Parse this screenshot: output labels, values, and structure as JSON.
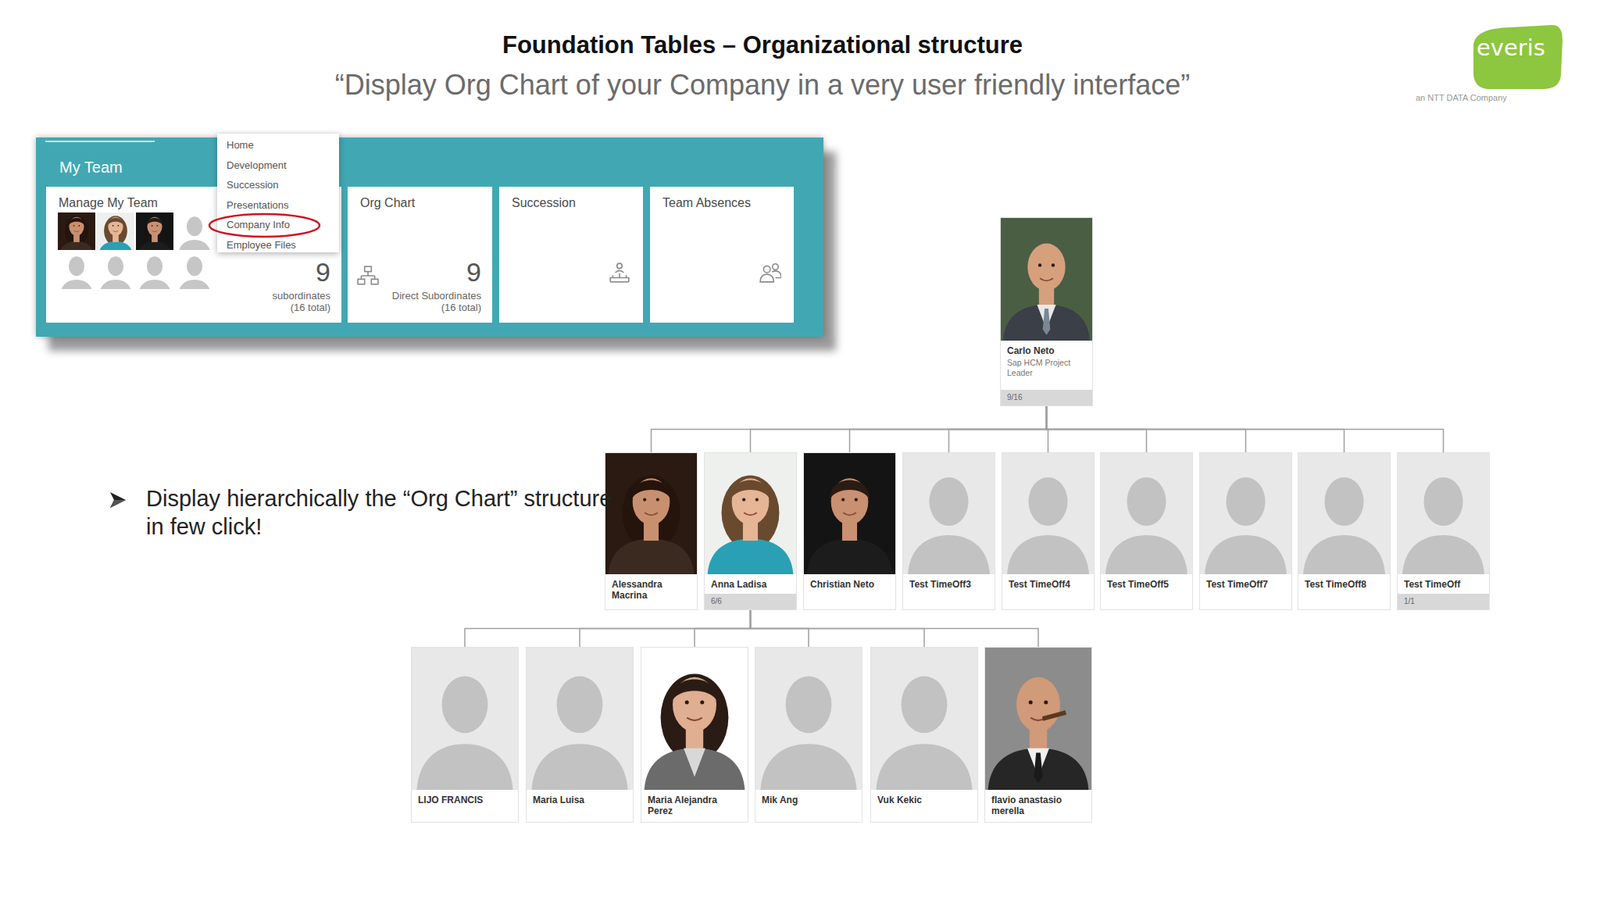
{
  "diagram": {
    "title": "Foundation Tables – Organizational structure",
    "nodes": [
      {
        "text": [
          "My Team"
        ]
      },
      {
        "text": [
          "Manage My Team",
          "9",
          "subordinates (16 total)"
        ],
        "in": 0
      },
      {
        "text": [
          "Org Chart",
          "9",
          "Direct Subordinates (16 total)"
        ],
        "in": 0
      },
      {
        "text": [
          "Succession"
        ],
        "in": 0
      },
      {
        "text": [
          "Team Absences"
        ],
        "in": 0
      },
      {
        "text": [
          "Home",
          "Development",
          "Succession",
          "Presentations",
          "Company Info",
          "Employee Files"
        ],
        "in": 0
      },
      {
        "text": [
          "everis"
        ]
      },
      {
        "text": [
          "Carlo Neto",
          "Sap HCM Project Leader",
          "9/16"
        ]
      },
      {
        "text": [
          "Alessandra Macrina"
        ]
      },
      {
        "text": [
          "Anna Ladisa",
          "6/6"
        ]
      },
      {
        "text": [
          "Christian Neto"
        ]
      },
      {
        "text": [
          "Test TimeOff3"
        ]
      },
      {
        "text": [
          "Test TimeOff4"
        ]
      },
      {
        "text": [
          "Test TimeOff5"
        ]
      },
      {
        "text": [
          "Test TimeOff7"
        ]
      },
      {
        "text": [
          "Test TimeOff8"
        ]
      },
      {
        "text": [
          "Test TimeOff",
          "1/1"
        ]
      },
      {
        "text": [
          "LIJO FRANCIS"
        ]
      },
      {
        "text": [
          "Maria Luisa"
        ]
      },
      {
        "text": [
          "Maria Alejandra Perez"
        ]
      },
      {
        "text": [
          "Mik Ang"
        ]
      },
      {
        "text": [
          "Vuk Kekic"
        ]
      },
      {
        "text": [
          "flavio anastasio merella"
        ]
      }
    ],
    "edges": [
      {
        "from": 7,
        "to": 8,
        "arrow": "none"
      },
      {
        "from": 7,
        "to": 9,
        "arrow": "none"
      },
      {
        "from": 7,
        "to": 10,
        "arrow": "none"
      },
      {
        "from": 7,
        "to": 11,
        "arrow": "none"
      },
      {
        "from": 7,
        "to": 12,
        "arrow": "none"
      },
      {
        "from": 7,
        "to": 13,
        "arrow": "none"
      },
      {
        "from": 7,
        "to": 14,
        "arrow": "none"
      },
      {
        "from": 7,
        "to": 15,
        "arrow": "none"
      },
      {
        "from": 7,
        "to": 16,
        "arrow": "none"
      },
      {
        "from": 9,
        "to": 17,
        "arrow": "none"
      },
      {
        "from": 9,
        "to": 18,
        "arrow": "none"
      },
      {
        "from": 9,
        "to": 19,
        "arrow": "none"
      },
      {
        "from": 9,
        "to": 20,
        "arrow": "none"
      },
      {
        "from": 9,
        "to": 21,
        "arrow": "none"
      },
      {
        "from": 9,
        "to": 22,
        "arrow": "none"
      }
    ],
    "labels": [
      "“Display Org Chart of your Company in a very user friendly interface”",
      "an NTT DATA Company",
      "Display hierarchically the “Org Chart” structure in few click!"
    ]
  }
}
